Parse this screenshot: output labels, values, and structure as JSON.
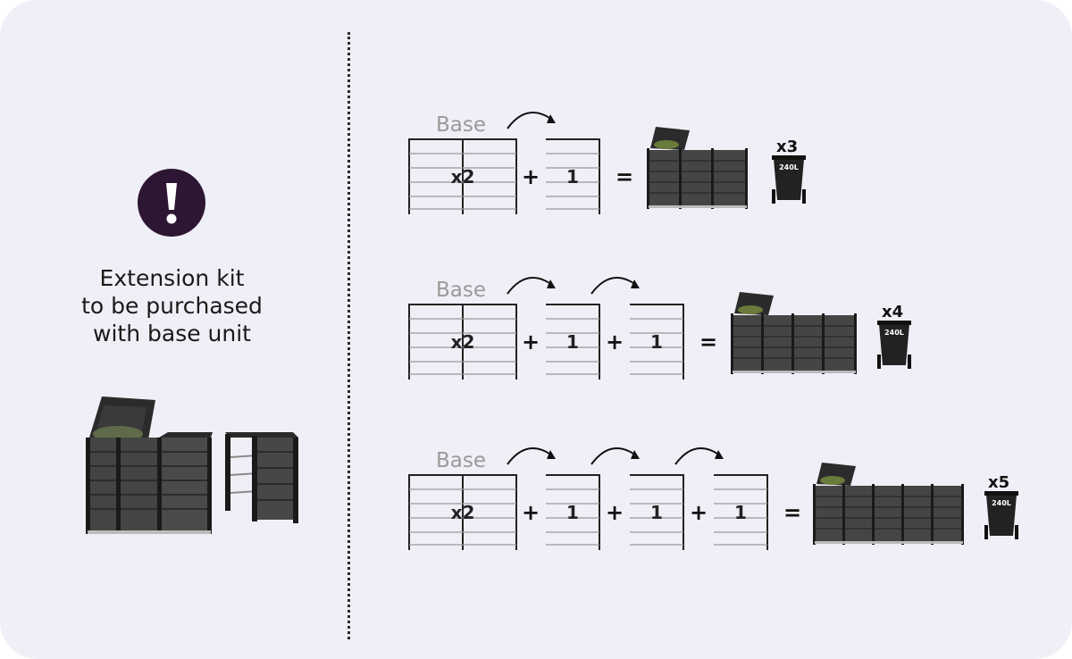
{
  "notice": {
    "icon": "exclamation-icon",
    "lines": [
      "Extension kit",
      "to be purchased",
      "with base unit"
    ]
  },
  "colors": {
    "background": "#efeff7",
    "notice_circle": "#2d1633",
    "panel": "#3f3f3f",
    "lid_inner": "#6a7a3a"
  },
  "rows": [
    {
      "base_label": "Base",
      "base_value": "x2",
      "extensions": [
        "1"
      ],
      "plus": "+",
      "equals": "=",
      "bin_count": "x3",
      "bin_capacity": "240L"
    },
    {
      "base_label": "Base",
      "base_value": "x2",
      "extensions": [
        "1",
        "1"
      ],
      "plus": "+",
      "equals": "=",
      "bin_count": "x4",
      "bin_capacity": "240L"
    },
    {
      "base_label": "Base",
      "base_value": "x2",
      "extensions": [
        "1",
        "1",
        "1"
      ],
      "plus": "+",
      "equals": "=",
      "bin_count": "x5",
      "bin_capacity": "240L"
    }
  ]
}
